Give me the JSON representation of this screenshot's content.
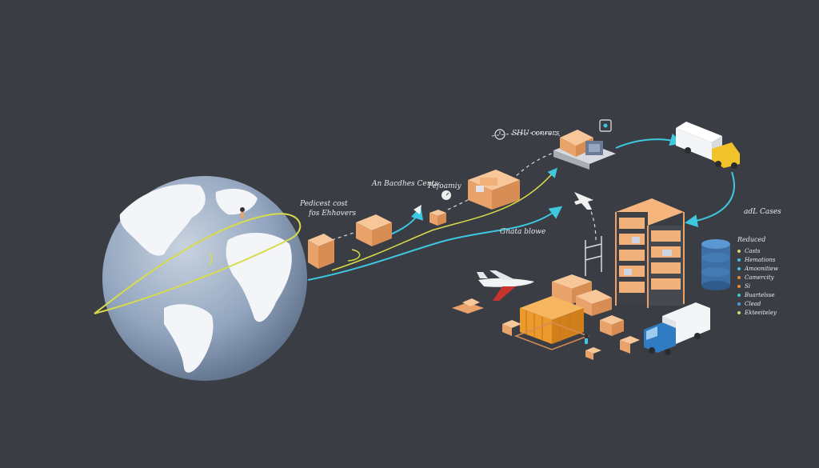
{
  "labels": {
    "reduced_costs": "Pedicest cost",
    "for_customers": "fos Ehhovers",
    "automated": "An Bacdhes Cents",
    "efficiency": "Pefoamiy",
    "smart_containers": "SHU conrers",
    "data_flow": "Gnata blowe",
    "aaa_cases": "adL Cases"
  },
  "legend": {
    "title": "Reduced",
    "items": [
      {
        "label": "Casts",
        "color": "#d6d878"
      },
      {
        "label": "Hemations",
        "color": "#3fc3dc"
      },
      {
        "label": "Amoonitiew",
        "color": "#3fc3dc"
      },
      {
        "label": "Camercity",
        "color": "#e98a3a"
      },
      {
        "label": "Si",
        "color": "#e98a3a"
      },
      {
        "label": "Buartelsse",
        "color": "#3fc3dc"
      },
      {
        "label": "Clead",
        "color": "#4a9ee0"
      },
      {
        "label": "Ekteeiteley",
        "color": "#d6d878"
      }
    ]
  },
  "colors": {
    "background": "#3a3d43",
    "route_cyan": "#3ec8e0",
    "route_yellow": "#d8dc4a",
    "box_orange": "#f0b27a",
    "globe_blue": "#8ea2bd"
  }
}
